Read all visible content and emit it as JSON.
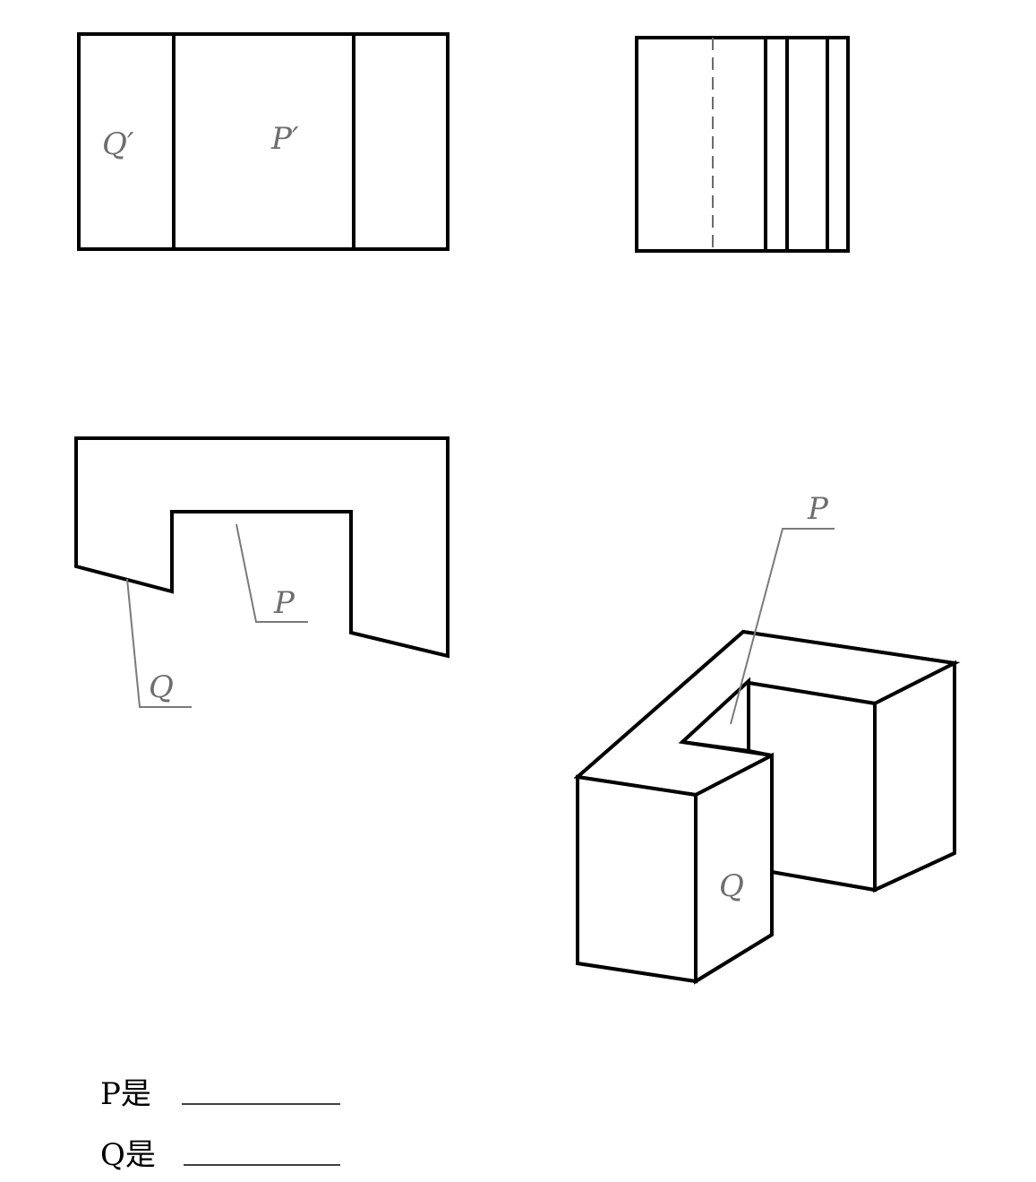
{
  "front_view": {
    "label_q_prime": "Q′",
    "label_p_prime": "P′"
  },
  "top_view": {
    "label_p": "P",
    "label_q": "Q"
  },
  "isometric_view": {
    "label_p": "P",
    "label_q": "Q"
  },
  "questions": [
    {
      "prompt": "P是"
    },
    {
      "prompt": "Q是"
    }
  ],
  "colors": {
    "outline": "#000000",
    "label_gray": "#6e6e6e"
  }
}
